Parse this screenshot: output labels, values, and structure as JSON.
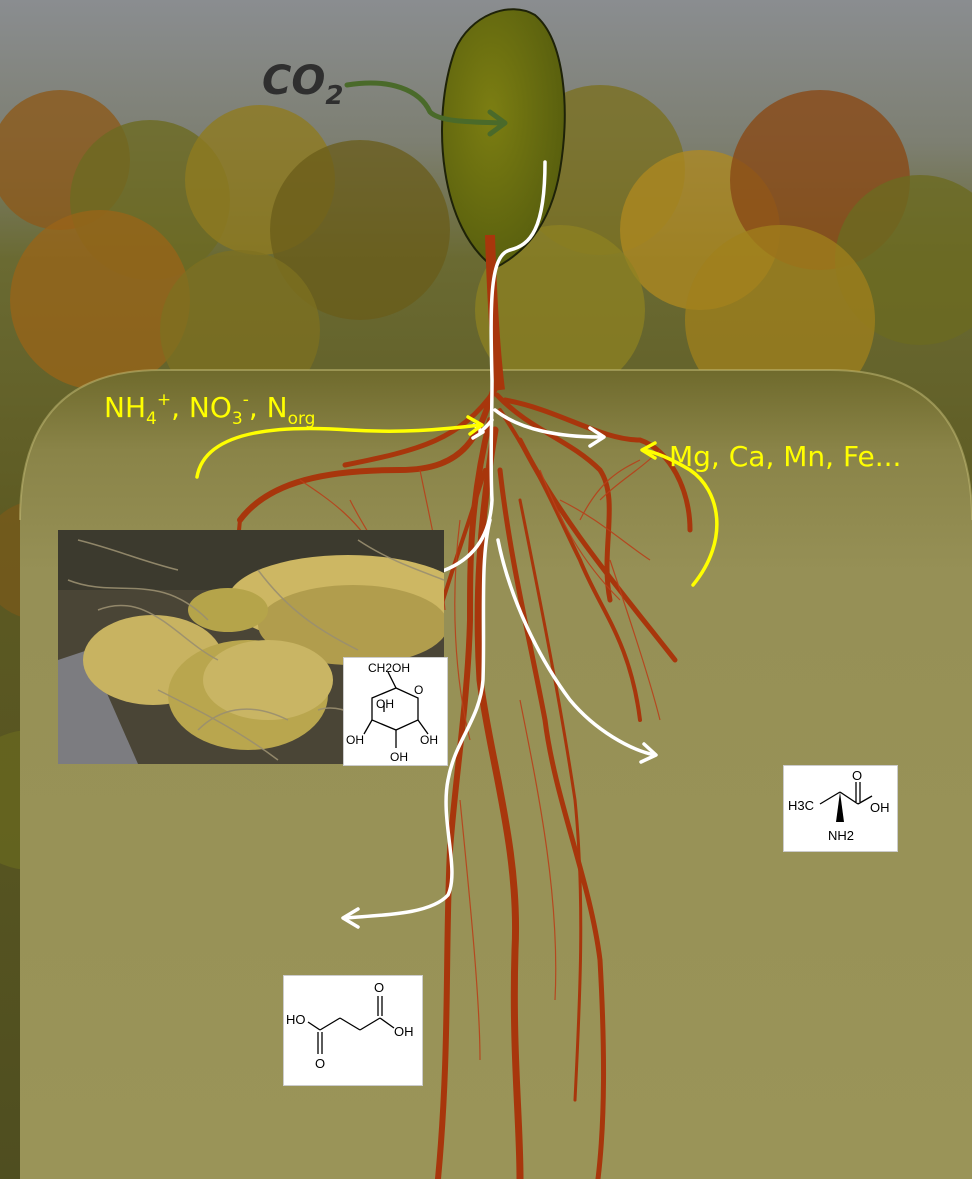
{
  "labels": {
    "co2": {
      "main": "CO",
      "sub": "2"
    },
    "nitrogen": {
      "nh": "NH",
      "nh_sub": "4",
      "nh_sup": "+",
      "sep1": ", NO",
      "no_sub": "3",
      "no_sup": "-",
      "sep2": ", N",
      "n_sub": "org"
    },
    "minerals": "Mg, Ca, Mn, Fe..."
  },
  "molecules": {
    "glucose": {
      "ch2oh": "CH2OH",
      "oh1": "OH",
      "oh2": "OH",
      "oh3": "OH",
      "oh4": "OH",
      "ring_o": "O"
    },
    "alanine": {
      "h3c": "H3C",
      "oh": "OH",
      "o": "O",
      "nh2": "NH2"
    },
    "succinic": {
      "ho": "HO",
      "oh": "OH",
      "o1": "O",
      "o2": "O"
    }
  },
  "colors": {
    "soil": "#969056",
    "soil_top": "#6f6a2c",
    "leaf": "#6b7010",
    "root": "#a8360c",
    "arrow_white": "#ffffff",
    "arrow_yellow": "#ffff00",
    "arrow_green": "#4a6a2a",
    "label_yellow": "#ffff00"
  }
}
